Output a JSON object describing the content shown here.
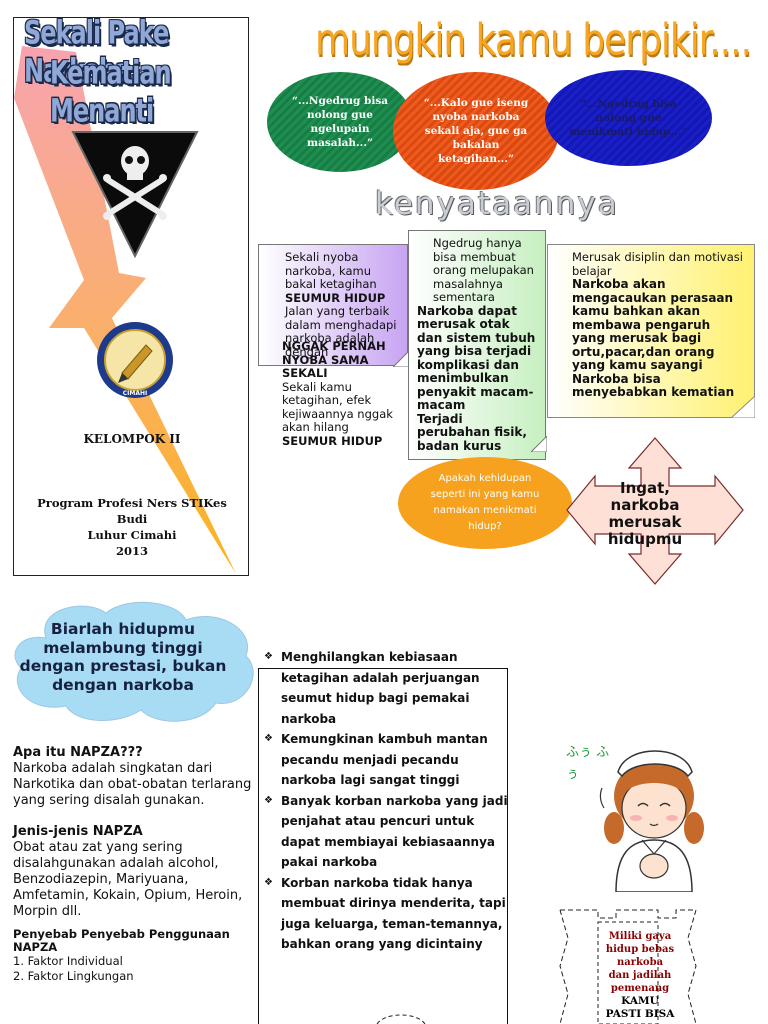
{
  "left_panel": {
    "title_line1": "Sekali Pake Narkoba...",
    "title_line2": "Kematian Menanti",
    "logo_text": "CIMAHI",
    "group": "KELOMPOK II",
    "program_line1": "Program Profesi Ners STIKes Budi",
    "program_line2": "Luhur Cimahi",
    "year": "2013"
  },
  "heading": "mungkin kamu berpikir....",
  "thoughts": [
    "“...Ngedrug bisa nolong gue ngelupain masalah...”",
    "“...Kalo gue iseng nyoba narkoba sekali aja, gue ga bakalan ketagihan...”",
    "“...Ngedrug bisa nolong gue menikmati hidup...”"
  ],
  "subheading": "kenyataannya",
  "note_purple": {
    "l1": "Sekali nyoba narkoba, kamu bakal ketagihan",
    "l2": "SEUMUR HIDUP",
    "l3": "Jalan yang terbaik dalam menghadapi narkoba adalah dengan",
    "l4": "NGGAK PERNAH NYOBA SAMA SEKALI",
    "l5": "Sekali kamu ketagihan, efek kejiwaannya nggak akan hilang",
    "l6": "SEUMUR HIDUP"
  },
  "note_green": {
    "l1": "Ngedrug hanya bisa membuat orang melupakan masalahnya sementara",
    "l2": "Narkoba dapat merusak otak dan sistem tubuh yang bisa terjadi komplikasi dan menimbulkan penyakit macam-macam",
    "l3": "Terjadi perubahan fisik, badan kurus"
  },
  "note_yellow": {
    "l1": "Merusak disiplin dan motivasi belajar",
    "l2": "Narkoba akan mengacaukan perasaan kamu bahkan akan membawa pengaruh yang merusak bagi ortu,pacar,dan orang yang kamu sayangi",
    "l3": "Narkoba bisa menyebabkan kematian"
  },
  "question": "Apakah kehidupan seperti ini yang kamu namakan menikmati hidup?",
  "arrow_text": "Ingat, narkoba merusak hidupmu",
  "slogan": "Biarlah hidupmu melambung tinggi dengan prestasi, bukan dengan narkoba",
  "napza": {
    "h1": "Apa itu NAPZA???",
    "p1": "Narkoba adalah singkatan dari Narkotika dan obat-obatan terlarang yang sering  disalah gunakan.",
    "h2": "Jenis-jenis NAPZA",
    "p2": "Obat atau zat yang sering disalahgunakan adalah alcohol, Benzodiazepin, Mariyuana, Amfetamin, Kokain, Opium, Heroin, Morpin dll.",
    "h3": "Penyebab Penyebab Penggunaan NAPZA",
    "f1": "1. Faktor Individual",
    "f2": "2. Faktor Lingkungan"
  },
  "bullets": [
    "Menghilangkan kebiasaan ketagihan adalah perjuangan seumut hidup bagi pemakai narkoba",
    "Kemungkinan kambuh mantan pecandu menjadi pecandu narkoba lagi sangat tinggi",
    "Banyak korban narkoba yang jadi penjahat atau pencuri untuk dapat membiayai kebiasaannya pakai narkoba",
    "Korban narkoba tidak hanya membuat dirinya menderita, tapi juga keluarga, teman-temannya, bahkan orang yang dicintainy"
  ],
  "nurse_text": "ふぅ ふぅ",
  "winner": {
    "l1": "Miliki gaya hidup bebas narkoba dan jadilah pemenang",
    "l2": "KAMU PASTI BISA"
  },
  "colors": {
    "title_orange": "#f6a623",
    "oval_green": "#1e8f50",
    "oval_orange": "#f05a1e",
    "oval_blue": "#1a1fcc",
    "question_orange": "#f6a21e",
    "arrow_pink": "#ffe0d6"
  },
  "icons": [
    "skull-crossbones-icon",
    "pen-nib-logo-icon",
    "nurse-illustration"
  ]
}
